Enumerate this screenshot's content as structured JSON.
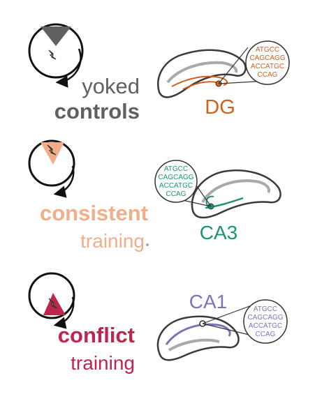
{
  "colors": {
    "grey": "#606060",
    "peach": "#f2ad8a",
    "crimson": "#c0254c",
    "dg": "#d2601a",
    "ca3": "#1c9474",
    "ca1": "#7f73b8",
    "shock": "#f2e600",
    "outline": "#3a3a3a",
    "inner": "#a9a9a9"
  },
  "groups": [
    {
      "line1": "yoked",
      "line2": "controls",
      "region": "DG"
    },
    {
      "line1": "consistent",
      "line2": "training",
      "region": "CA3"
    },
    {
      "line1": "conflict",
      "line2": "training",
      "region": "CA1"
    }
  ],
  "sequence": [
    "ATGCC",
    "CAGCAGG",
    "ACCATGC",
    "CCAG"
  ],
  "icons": [
    "shock-icon",
    "rotation-arrow-icon",
    "hippocampus-icon",
    "magnifier-icon"
  ]
}
